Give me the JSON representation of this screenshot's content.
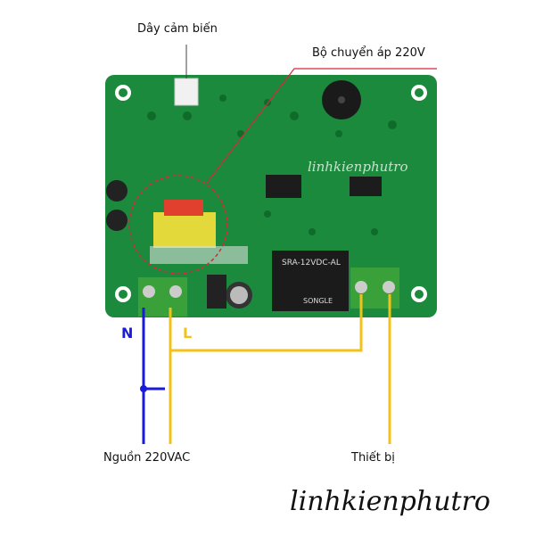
{
  "labels": {
    "sensor_wire": "Dây cảm biến",
    "transformer": "Bộ chuyển áp 220V",
    "neutral": "N",
    "live": "L",
    "power_source": "Nguồn 220VAC",
    "device": "Thiết bị"
  },
  "relay": {
    "text": "SRA-12VDC-AL",
    "brand": "SONGLE"
  },
  "watermark": "linhkienphutro",
  "footer_brand": "linhkienphutro",
  "colors": {
    "board": "#1b8a3c",
    "neutral_wire": "#1a1adb",
    "live_wire": "#f2c21b",
    "callout": "#d8283a"
  }
}
